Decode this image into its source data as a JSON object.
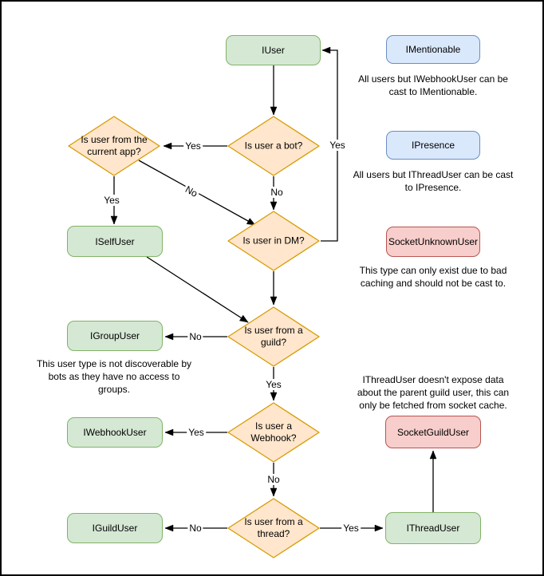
{
  "diagram": {
    "nodes": {
      "iuser": "IUser",
      "imentionable": "IMentionable",
      "ipresence": "IPresence",
      "socket_unknown_user": "SocketUnknownUser",
      "iself_user": "ISelfUser",
      "igroup_user": "IGroupUser",
      "iwebhook_user": "IWebhookUser",
      "iguild_user": "IGuildUser",
      "socket_guild_user": "SocketGuildUser",
      "ithread_user": "IThreadUser"
    },
    "decisions": {
      "is_bot": "Is user a bot?",
      "is_current_app": "Is user from the current app?",
      "is_dm": "Is user in DM?",
      "is_guild": "Is user from a guild?",
      "is_webhook": "Is user a Webhook?",
      "is_thread": "Is user from a thread?"
    },
    "notes": {
      "mentionable": "All users but IWebhookUser can be cast to IMentionable.",
      "presence": "All users but IThreadUser can be cast to IPresence.",
      "unknown_user": "This type can only exist due to bad caching and should not be cast to.",
      "group_user": "This user type is not discoverable by bots as they have no access to groups.",
      "thread_user": "IThreadUser doesn't expose data about the parent guild user, this can only be fetched from socket cache."
    },
    "edge_labels": {
      "bot_yes": "Yes",
      "bot_no": "No",
      "current_app_yes": "Yes",
      "current_app_no": "No",
      "dm_yes": "Yes",
      "guild_no": "No",
      "guild_yes": "Yes",
      "webhook_yes": "Yes",
      "webhook_no": "No",
      "thread_no": "No",
      "thread_yes": "Yes"
    },
    "colors": {
      "interface_fill": "#d5e8d4",
      "interface_stroke": "#82b366",
      "decision_fill": "#ffe6cc",
      "decision_stroke": "#d79b00",
      "castable_fill": "#dae8fc",
      "castable_stroke": "#6c8ebf",
      "socket_fill": "#f8cecc",
      "socket_stroke": "#b85450",
      "connector": "#000000"
    }
  }
}
